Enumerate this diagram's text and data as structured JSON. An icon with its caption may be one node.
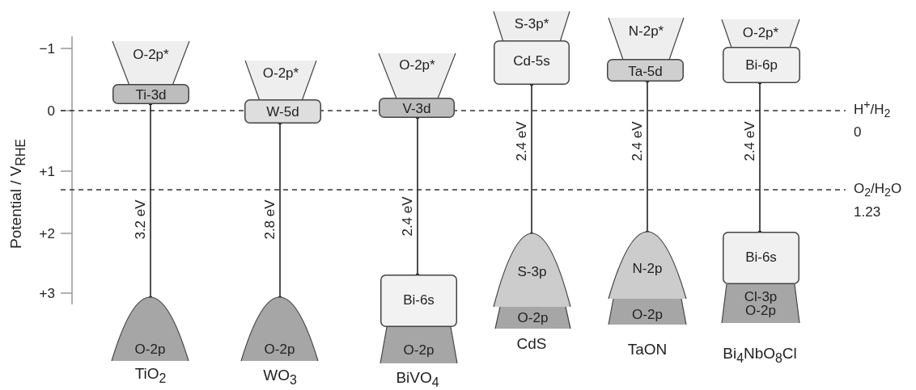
{
  "diagram": {
    "nodes": [
      {
        "text": [
          "O-2p*"
        ]
      },
      {
        "text": [
          "Ti-3d"
        ]
      },
      {
        "text": [
          "O-2p"
        ],
        "beside": [
          "TiO$_{2}$"
        ]
      },
      {
        "text": [
          "O-2p*"
        ]
      },
      {
        "text": [
          "W-5d"
        ]
      },
      {
        "text": [
          "O-2p"
        ],
        "beside": [
          "WO$_{3}$"
        ]
      },
      {
        "text": [
          "O-2p*"
        ]
      },
      {
        "text": [
          "V-3d"
        ]
      },
      {
        "text": [
          "Bi-6s"
        ]
      },
      {
        "text": [
          "O-2p"
        ],
        "beside": [
          "BiVO$_{4}$"
        ]
      },
      {
        "text": [
          "S-3p*"
        ]
      },
      {
        "text": [
          "Cd-5s"
        ]
      },
      {
        "text": [
          "S-3p"
        ]
      },
      {
        "text": [
          "O-2p"
        ],
        "beside": [
          "CdS"
        ]
      },
      {
        "text": [
          "N-2p*"
        ]
      },
      {
        "text": [
          "Ta-5d"
        ]
      },
      {
        "text": [
          "N-2p"
        ]
      },
      {
        "text": [
          "O-2p"
        ],
        "beside": [
          "TaON"
        ]
      },
      {
        "text": [
          "O-2p*"
        ]
      },
      {
        "text": [
          "Bi-6p"
        ]
      },
      {
        "text": [
          "Bi-6s"
        ]
      },
      {
        "text": [
          "Cl-3p",
          "O-2p"
        ],
        "beside": [
          "Bi$_{4}$NbO$_{8}$Cl"
        ]
      }
    ],
    "edges": [
      {
        "from": 1,
        "to": 2,
        "arrow": "other",
        "label": "3.2 eV"
      },
      {
        "from": 4,
        "to": 5,
        "arrow": "other",
        "label": "2.8 eV"
      },
      {
        "from": 7,
        "to": 8,
        "arrow": "other",
        "label": "2.4 eV"
      },
      {
        "from": 11,
        "to": 12,
        "arrow": "other",
        "label": "2.4 eV"
      },
      {
        "from": 15,
        "to": 16,
        "arrow": "other",
        "label": "2.4 eV"
      },
      {
        "from": 19,
        "to": 20,
        "arrow": "other",
        "label": "2.4 eV"
      }
    ],
    "labels": [
      "Potential / V$_{RHE}$",
      "−1",
      "0",
      "+1",
      "+2",
      "+3",
      "H$^{+}$/H$_{2}$",
      "0",
      "O$_{2}$/H$_{2}$O",
      "1.23"
    ]
  }
}
